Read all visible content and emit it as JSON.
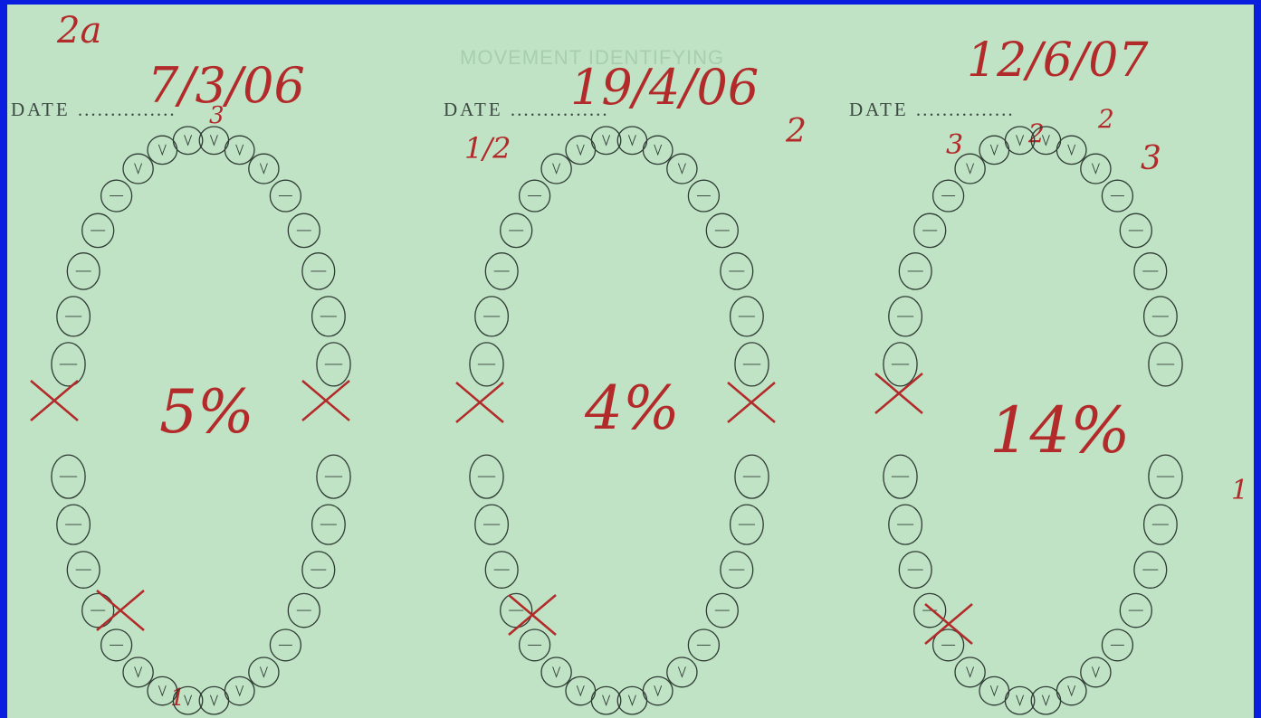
{
  "corner_note": "2a",
  "faint_heading": "MOVEMENT IDENTIFYING",
  "charts": [
    {
      "date_label": "DATE",
      "date_value": "7/3/06",
      "percentage": "5%",
      "upper_marks": [
        "3"
      ],
      "lower_marks": [
        "1"
      ]
    },
    {
      "date_label": "DATE",
      "date_value": "19/4/06",
      "percentage": "4%",
      "upper_marks": [
        "1/2",
        "2"
      ],
      "lower_marks": []
    },
    {
      "date_label": "DATE",
      "date_value": "12/6/07",
      "percentage": "14%",
      "upper_marks": [
        "3",
        "2",
        "2",
        "3"
      ],
      "lower_marks": [
        "1"
      ]
    }
  ],
  "colors": {
    "ink": "#b32a2a",
    "paper": "#bfe3c4",
    "border": "#0a1ee0",
    "line": "#2f3b34"
  }
}
